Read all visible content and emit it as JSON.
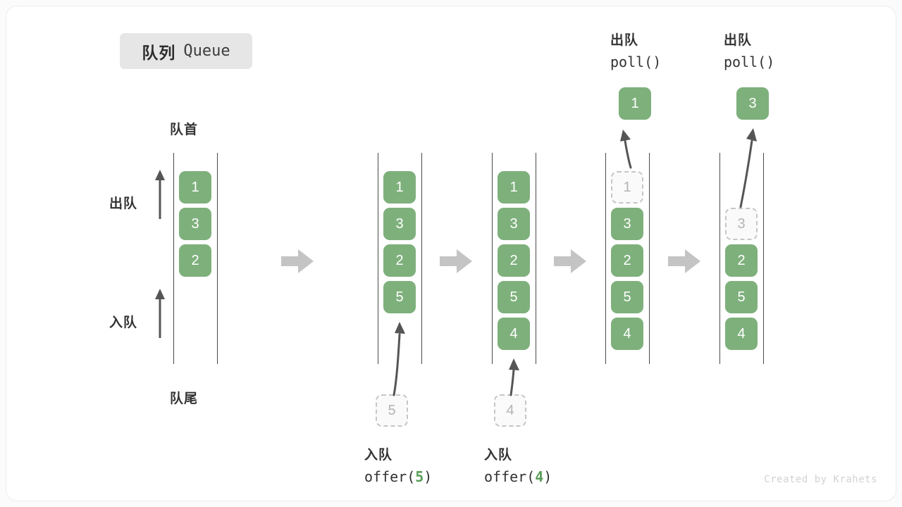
{
  "title": {
    "cn": "队列",
    "en": "Queue"
  },
  "labels": {
    "head": "队首",
    "tail": "队尾",
    "dequeue": "出队",
    "enqueue": "入队"
  },
  "credit": "Created by Krahets",
  "colors": {
    "element_fill": "#7eb07c",
    "element_text": "#ffffff",
    "ghost_border": "#c6c6c6",
    "ghost_text": "#b4b4b4",
    "rail": "#4a4a4a",
    "step_arrow": "#c4c4c4",
    "badge_bg": "#e6e6e6",
    "card_bg": "#ffffff",
    "op_value": "#5a9e58"
  },
  "columns": [
    {
      "id": "initial",
      "cells": [
        {
          "value": "1",
          "state": "filled"
        },
        {
          "value": "3",
          "state": "filled"
        },
        {
          "value": "2",
          "state": "filled"
        }
      ]
    },
    {
      "id": "after-offer-5",
      "cells": [
        {
          "value": "1",
          "state": "filled"
        },
        {
          "value": "3",
          "state": "filled"
        },
        {
          "value": "2",
          "state": "filled"
        },
        {
          "value": "5",
          "state": "filled"
        }
      ],
      "incoming": {
        "value": "5",
        "state": "ghost"
      },
      "operation": {
        "cn": "入队",
        "call_prefix": "offer(",
        "call_value": "5",
        "call_suffix": ")"
      }
    },
    {
      "id": "after-offer-4",
      "cells": [
        {
          "value": "1",
          "state": "filled"
        },
        {
          "value": "3",
          "state": "filled"
        },
        {
          "value": "2",
          "state": "filled"
        },
        {
          "value": "5",
          "state": "filled"
        },
        {
          "value": "4",
          "state": "filled"
        }
      ],
      "incoming": {
        "value": "4",
        "state": "ghost"
      },
      "operation": {
        "cn": "入队",
        "call_prefix": "offer(",
        "call_value": "4",
        "call_suffix": ")"
      }
    },
    {
      "id": "after-poll-1",
      "cells": [
        {
          "value": "1",
          "state": "ghost"
        },
        {
          "value": "3",
          "state": "filled"
        },
        {
          "value": "2",
          "state": "filled"
        },
        {
          "value": "5",
          "state": "filled"
        },
        {
          "value": "4",
          "state": "filled"
        }
      ],
      "outgoing": {
        "value": "1",
        "state": "filled"
      },
      "operation": {
        "cn": "出队",
        "call_prefix": "poll(",
        "call_value": "",
        "call_suffix": ")"
      }
    },
    {
      "id": "after-poll-3",
      "cells": [
        {
          "value": "",
          "state": "empty"
        },
        {
          "value": "3",
          "state": "ghost"
        },
        {
          "value": "2",
          "state": "filled"
        },
        {
          "value": "5",
          "state": "filled"
        },
        {
          "value": "4",
          "state": "filled"
        }
      ],
      "outgoing": {
        "value": "3",
        "state": "filled"
      },
      "operation": {
        "cn": "出队",
        "call_prefix": "poll(",
        "call_value": "",
        "call_suffix": ")"
      }
    }
  ]
}
